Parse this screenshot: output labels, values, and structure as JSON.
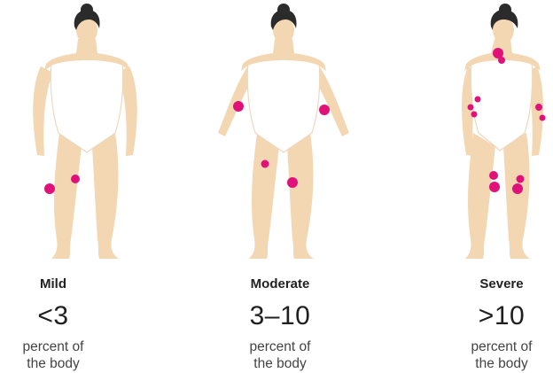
{
  "colors": {
    "skin": "#f3d7b3",
    "skin_shadow": "#e8c49b",
    "hair": "#2b2b2b",
    "swimsuit": "#ffffff",
    "outline": "#eed8bf",
    "patch": "#e0127a"
  },
  "panels": [
    {
      "severity": "Mild",
      "range": "<3",
      "desc_line1": "percent of",
      "desc_line2": "the body"
    },
    {
      "severity": "Moderate",
      "range": "3–10",
      "desc_line1": "percent of",
      "desc_line2": "the body"
    },
    {
      "severity": "Severe",
      "range": ">10",
      "desc_line1": "percent of",
      "desc_line2": "the body"
    }
  ]
}
